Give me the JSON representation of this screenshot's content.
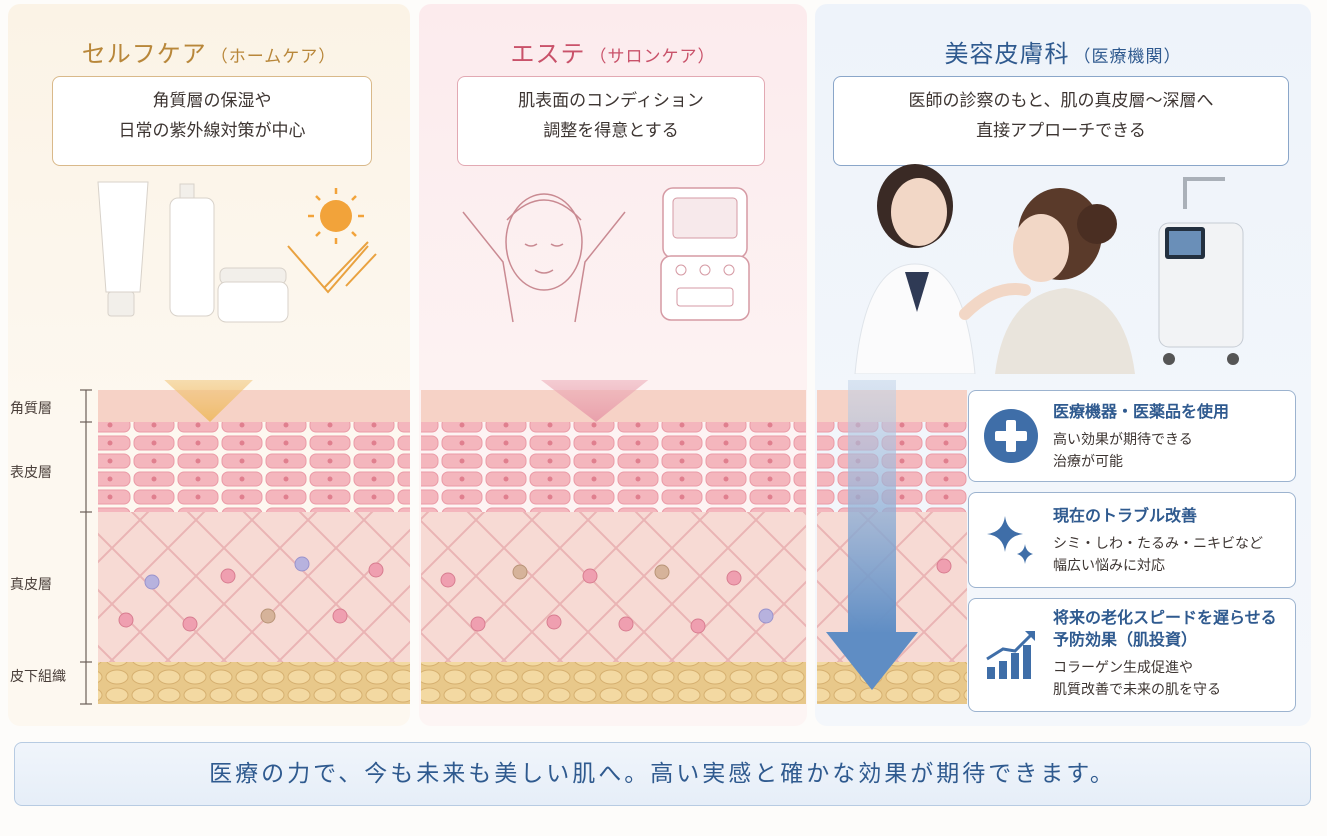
{
  "columns": [
    {
      "title": "セルフケア",
      "subtitle": "（ホームケア）",
      "desc_lines": [
        "角質層の保湿や",
        "日常の紫外線対策が中心"
      ]
    },
    {
      "title": "エステ",
      "subtitle": "（サロンケア）",
      "desc_lines": [
        "肌表面のコンディション",
        "調整を得意とする"
      ]
    },
    {
      "title": "美容皮膚科",
      "subtitle": "（医療機関）",
      "desc_lines": [
        "医師の診察のもと、肌の真皮層〜深層へ",
        "直接アプローチできる"
      ]
    }
  ],
  "skin_layers": [
    "角質層",
    "表皮層",
    "真皮層",
    "皮下組織"
  ],
  "features": [
    {
      "icon": "medical-cross-icon",
      "title": "医療機器・医薬品を使用",
      "lines": [
        "高い効果が期待できる",
        "治療が可能"
      ]
    },
    {
      "icon": "sparkle-icon",
      "title": "現在のトラブル改善",
      "lines": [
        "シミ・しわ・たるみ・ニキビなど",
        "幅広い悩みに対応"
      ]
    },
    {
      "icon": "growth-chart-icon",
      "title_lines": [
        "将来の老化スピードを遅らせる",
        "予防効果（肌投資）"
      ],
      "lines": [
        "コラーゲン生成促進や",
        "肌質改善で未来の肌を守る"
      ]
    }
  ],
  "banner": "医療の力で、今も未来も美しい肌へ。高い実感と確かな効果が期待できます。",
  "colors": {
    "selfcare": "#b8873a",
    "esthe": "#c9526a",
    "clinic": "#2f5a8f"
  }
}
